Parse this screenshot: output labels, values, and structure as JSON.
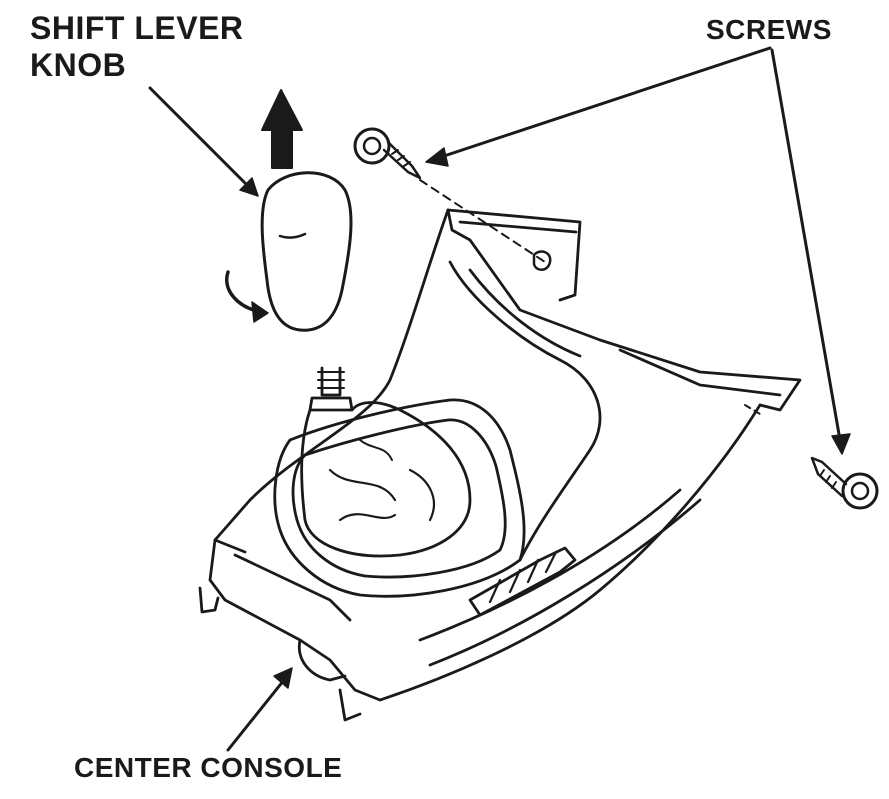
{
  "labels": {
    "shift_lever_knob_line1": "SHIFT LEVER",
    "shift_lever_knob_line2": "KNOB",
    "screws": "SCREWS",
    "center_console": "CENTER CONSOLE"
  },
  "colors": {
    "line": "#1a1a1a",
    "background": "#ffffff"
  },
  "icons": {
    "knob": "shift-knob-icon",
    "lift": "up-arrow-icon",
    "rotate": "rotate-arrow-icon",
    "screw": "screw-icon"
  }
}
